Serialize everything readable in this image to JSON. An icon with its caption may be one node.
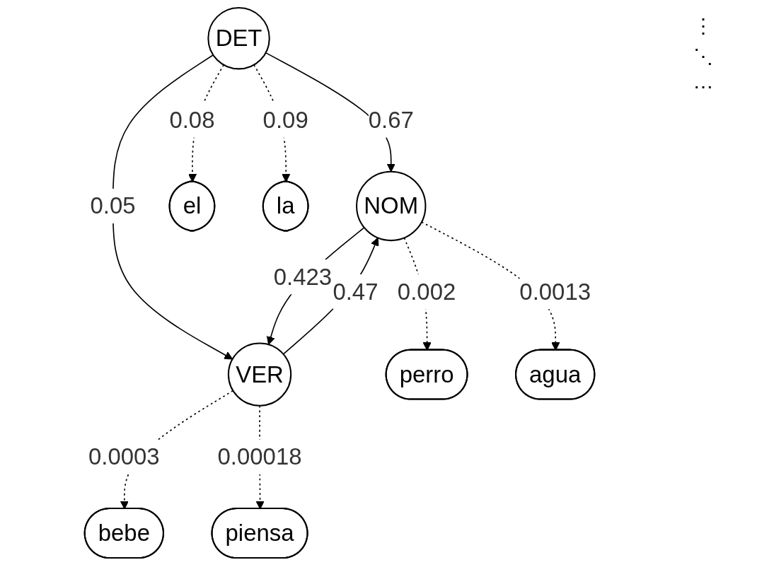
{
  "diagram": {
    "nodes": [
      {
        "text": [
          "DET"
        ]
      },
      {
        "text": [
          "NOM"
        ]
      },
      {
        "text": [
          "VER"
        ]
      },
      {
        "text": [
          "perro"
        ]
      },
      {
        "text": [
          "el"
        ]
      },
      {
        "text": [
          "la"
        ]
      },
      {
        "text": [
          "agua"
        ]
      },
      {
        "text": [
          "bebe"
        ]
      },
      {
        "text": [
          "piensa"
        ]
      }
    ],
    "edges": [
      {
        "from": 0,
        "to": 1,
        "arrow": "to",
        "label": "0.67"
      },
      {
        "from": 1,
        "to": 3,
        "arrow": "to",
        "label": "0.002",
        "style": "dashed"
      },
      {
        "from": 0,
        "to": 4,
        "arrow": "to",
        "label": "0.08",
        "style": "dashed"
      },
      {
        "from": 0,
        "to": 5,
        "arrow": "to",
        "label": "0.09",
        "style": "dashed"
      },
      {
        "from": 0,
        "to": 2,
        "arrow": "to",
        "label": "0.05"
      },
      {
        "from": 2,
        "to": 1,
        "arrow": "to",
        "label": "0.47"
      },
      {
        "from": 1,
        "to": 2,
        "arrow": "to",
        "label": "0.423"
      },
      {
        "from": 1,
        "to": 6,
        "arrow": "to",
        "label": "0.0013",
        "style": "dashed"
      },
      {
        "from": 2,
        "to": 7,
        "arrow": "to",
        "label": "0.0003",
        "style": "dashed"
      },
      {
        "from": 2,
        "to": 8,
        "arrow": "to",
        "label": "0.00018",
        "style": "dashed"
      }
    ],
    "labels": [
      "⋮",
      "⋱",
      "⋯"
    ]
  }
}
